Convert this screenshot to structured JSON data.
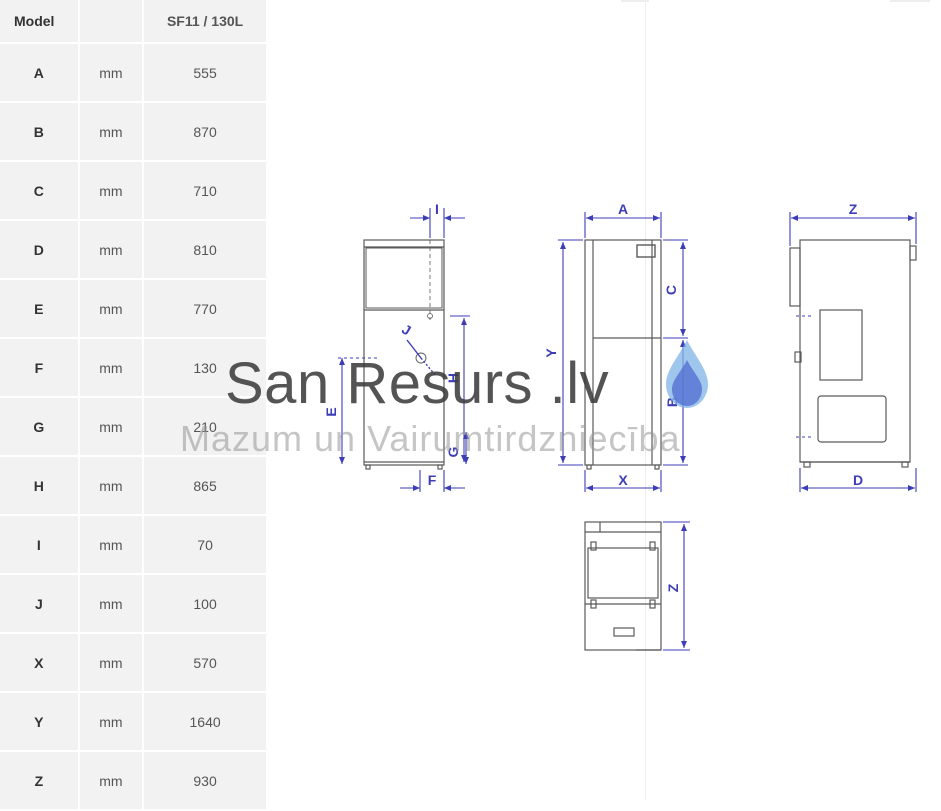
{
  "table": {
    "header": {
      "model": "Model",
      "unit": "",
      "value": "SF11 / 130L"
    },
    "rows": [
      {
        "label": "A",
        "unit": "mm",
        "value": "555"
      },
      {
        "label": "B",
        "unit": "mm",
        "value": "870"
      },
      {
        "label": "C",
        "unit": "mm",
        "value": "710"
      },
      {
        "label": "D",
        "unit": "mm",
        "value": "810"
      },
      {
        "label": "E",
        "unit": "mm",
        "value": "770"
      },
      {
        "label": "F",
        "unit": "mm",
        "value": "130"
      },
      {
        "label": "G",
        "unit": "mm",
        "value": "210"
      },
      {
        "label": "H",
        "unit": "mm",
        "value": "865"
      },
      {
        "label": "I",
        "unit": "mm",
        "value": "70"
      },
      {
        "label": "J",
        "unit": "mm",
        "value": "100"
      },
      {
        "label": "X",
        "unit": "mm",
        "value": "570"
      },
      {
        "label": "Y",
        "unit": "mm",
        "value": "1640"
      },
      {
        "label": "Z",
        "unit": "mm",
        "value": "930"
      }
    ]
  },
  "drawing": {
    "labels": {
      "I": "I",
      "A": "A",
      "Z_top": "Z",
      "C": "C",
      "Y": "Y",
      "B": "B",
      "H": "H",
      "E": "E",
      "J": "J",
      "G": "G",
      "F": "F",
      "X": "X",
      "D": "D",
      "Z_plan": "Z"
    },
    "dimension_color": "#3d3db8",
    "line_color": "#555555"
  },
  "watermark": {
    "title": "San Resurs .lv",
    "subtitle": "Mazum un Vairumtirdzniecība"
  }
}
